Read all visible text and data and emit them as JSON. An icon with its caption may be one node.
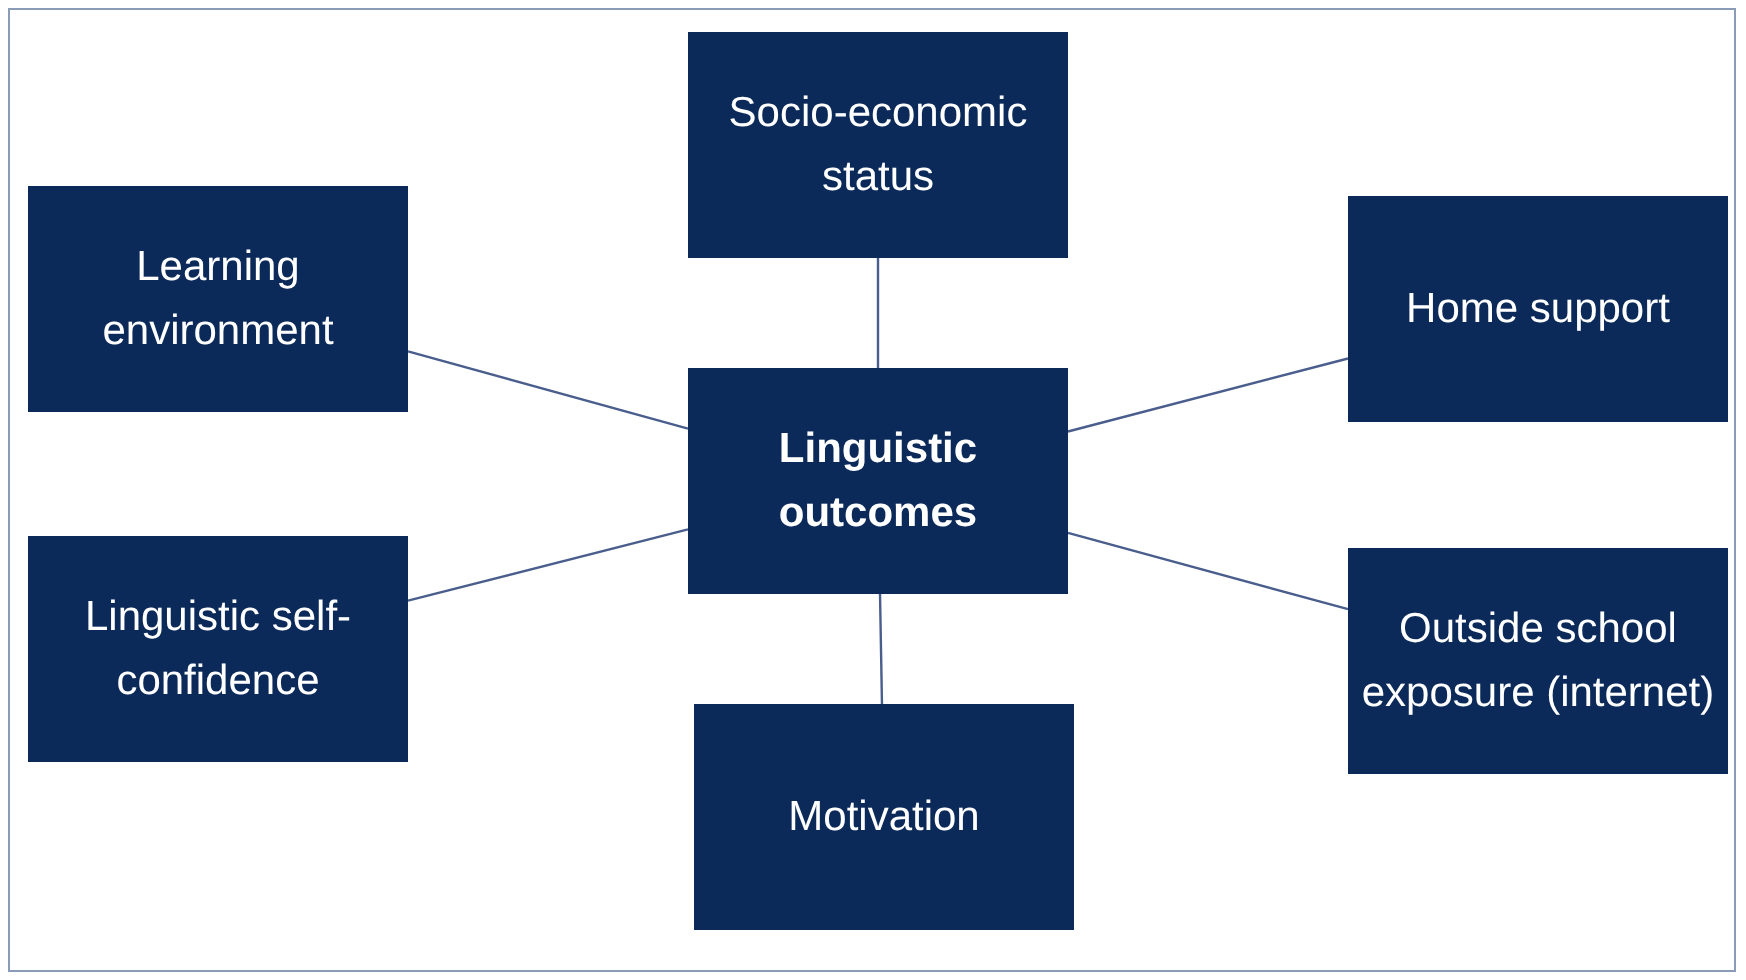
{
  "diagram": {
    "nodes": [
      {
        "text": [
          "Socio-economic status"
        ]
      },
      {
        "text": [
          "Learning environment"
        ]
      },
      {
        "text": [
          "Home support"
        ]
      },
      {
        "text": [
          "Linguistic outcomes"
        ]
      },
      {
        "text": [
          "Linguistic self-confidence"
        ]
      },
      {
        "text": [
          "Outside school exposure (internet)"
        ]
      },
      {
        "text": [
          "Motivation"
        ]
      }
    ],
    "edges": [
      {
        "from": 3,
        "to": 0,
        "arrow": "none"
      },
      {
        "from": 3,
        "to": 1,
        "arrow": "none"
      },
      {
        "from": 3,
        "to": 2,
        "arrow": "none"
      },
      {
        "from": 3,
        "to": 4,
        "arrow": "none"
      },
      {
        "from": 3,
        "to": 5,
        "arrow": "none"
      },
      {
        "from": 3,
        "to": 6,
        "arrow": "none"
      }
    ]
  }
}
